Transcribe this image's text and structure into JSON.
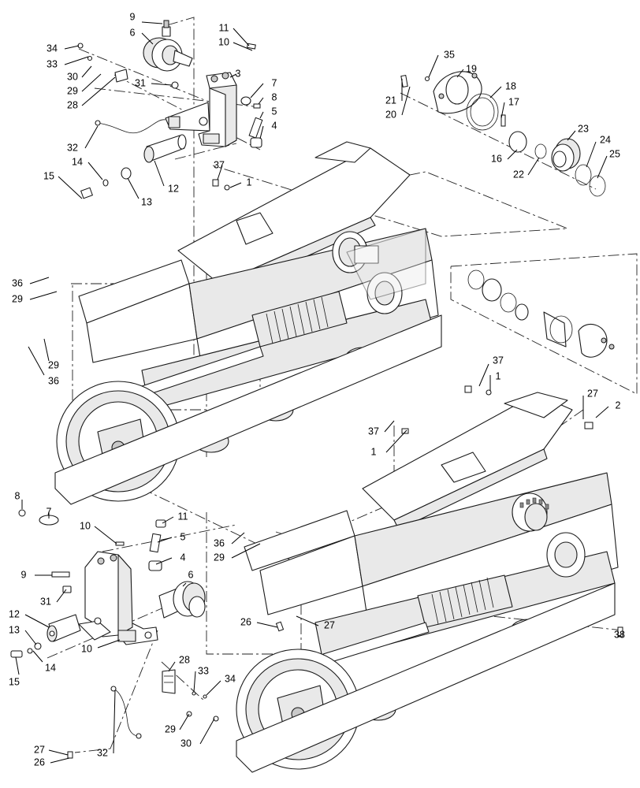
{
  "diagram": {
    "callouts_top_left": [
      "9",
      "6",
      "11",
      "10",
      "34",
      "33",
      "30",
      "29",
      "28",
      "31",
      "3",
      "7",
      "8",
      "5",
      "4",
      "32",
      "14",
      "15",
      "13",
      "12",
      "37",
      "1",
      "36",
      "29",
      "29",
      "36"
    ],
    "callouts_top_right": [
      "35",
      "19",
      "18",
      "17",
      "21",
      "20",
      "16",
      "22",
      "23",
      "24",
      "25"
    ],
    "callouts_middle": [
      "37",
      "1",
      "27",
      "2",
      "37",
      "1"
    ],
    "callouts_bottom_left": [
      "8",
      "7",
      "10",
      "11",
      "5",
      "4",
      "9",
      "31",
      "6",
      "12",
      "13",
      "14",
      "15",
      "10",
      "28",
      "33",
      "34",
      "29",
      "30",
      "27",
      "26",
      "32"
    ],
    "callouts_bottom_right": [
      "36",
      "29",
      "26",
      "27",
      "38"
    ]
  }
}
